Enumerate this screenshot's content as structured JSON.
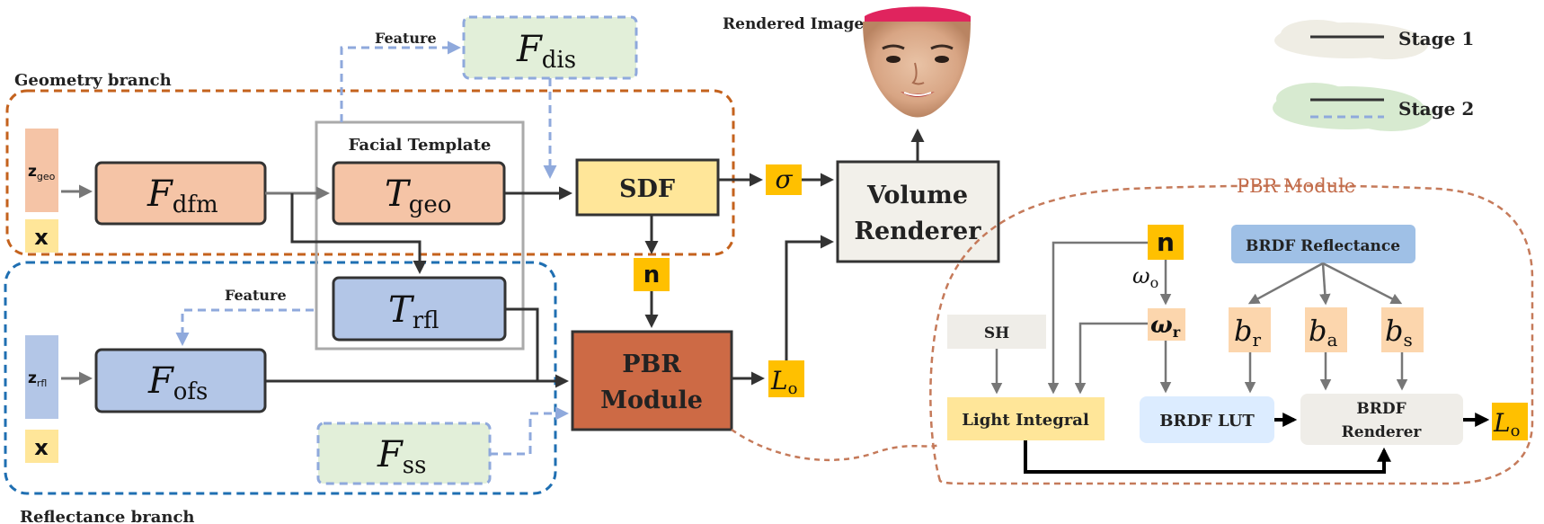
{
  "colors": {
    "geometry_border": "#c4621d",
    "reflectance_border": "#1f6fb2",
    "pbr_border": "#c57a5a",
    "salmon": "#f5c4a6",
    "blue": "#b3c6e7",
    "green": "#e2efd9",
    "yellow": "#ffe699",
    "gold": "#ffc000",
    "pbr_fill": "#cd6a45",
    "light_blue": "#dcecff",
    "light_gray": "#efede8",
    "peach": "#fcd6ad",
    "stage2_dash": "#8fa9dc"
  },
  "labels": {
    "geometry_branch": "Geometry branch",
    "reflectance_branch": "Reflectance branch",
    "feature_top": "Feature",
    "feature_mid": "Feature",
    "facial_template": "Facial Template",
    "rendered_image": "Rendered Image",
    "pbr_module_title": "PBR Module",
    "stage1": "Stage 1",
    "stage2": "Stage 2"
  },
  "nodes": {
    "z_geo": {
      "base": "z",
      "sub": "geo"
    },
    "z_rfl": {
      "base": "z",
      "sub": "rfl"
    },
    "x_top": "x",
    "x_bottom": "x",
    "F_dfm": {
      "base": "F",
      "sub": "dfm"
    },
    "T_geo": {
      "base": "T",
      "sub": "geo"
    },
    "T_rfl": {
      "base": "T",
      "sub": "rfl"
    },
    "F_ofs": {
      "base": "F",
      "sub": "ofs"
    },
    "F_dis": {
      "base": "F",
      "sub": "dis"
    },
    "F_ss": {
      "base": "F",
      "sub": "ss"
    },
    "sdf": "SDF",
    "sigma": "σ",
    "n_mid": "n",
    "pbr_line1": "PBR",
    "pbr_line2": "Module",
    "L_o": {
      "base": "L",
      "sub": "o"
    },
    "volume_line1": "Volume",
    "volume_line2": "Renderer"
  },
  "pbr_detail": {
    "n": "n",
    "omega_o": {
      "base": "ω",
      "sub": "o"
    },
    "omega_r": {
      "base": "ω",
      "sub": "r"
    },
    "brdf_reflectance": "BRDF Reflectance",
    "b_r": {
      "base": "b",
      "sub": "r"
    },
    "b_a": {
      "base": "b",
      "sub": "a"
    },
    "b_s": {
      "base": "b",
      "sub": "s"
    },
    "sh": "SH",
    "light_integral": "Light Integral",
    "brdf_lut": "BRDF LUT",
    "brdf_renderer_line1": "BRDF",
    "brdf_renderer_line2": "Renderer",
    "L_o": {
      "base": "L",
      "sub": "o"
    }
  }
}
